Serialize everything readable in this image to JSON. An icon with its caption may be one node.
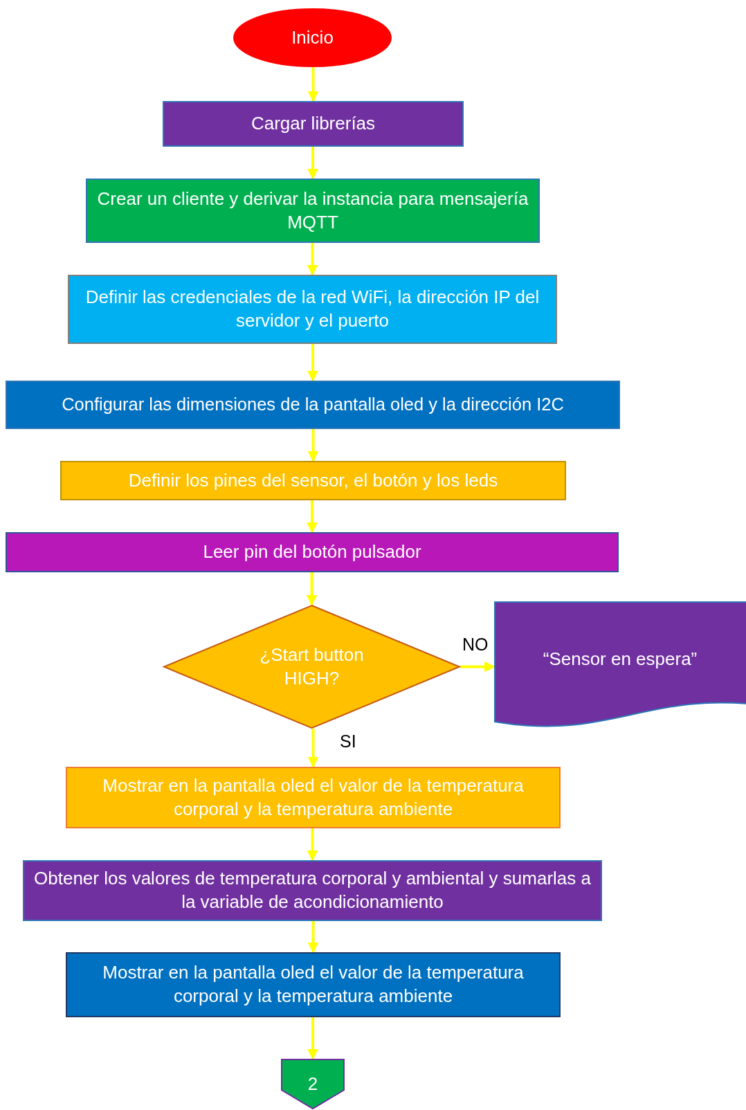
{
  "diagram": {
    "nodes": [
      {
        "text": [
          "Inicio"
        ]
      },
      {
        "text": [
          "Cargar librerías"
        ]
      },
      {
        "text": [
          "Crear un cliente y derivar la instancia para mensajería MQTT"
        ]
      },
      {
        "text": [
          "Definir las credenciales de la red WiFi, la dirección IP del servidor y el puerto"
        ]
      },
      {
        "text": [
          "Configurar las dimensiones de la pantalla oled y la dirección I2C"
        ]
      },
      {
        "text": [
          "Definir los pines del sensor, el botón y los leds"
        ]
      },
      {
        "text": [
          "Leer pin del botón pulsador"
        ]
      },
      {
        "text": [
          "¿Start button HIGH?"
        ]
      },
      {
        "text": [
          "“Sensor en espera”"
        ]
      },
      {
        "text": [
          "Mostrar en la pantalla oled el valor de la temperatura corporal y la temperatura ambiente"
        ]
      },
      {
        "text": [
          "Obtener los valores de temperatura corporal y ambiental y sumarlas a la variable de acondicionamiento"
        ]
      },
      {
        "text": [
          "Mostrar en la pantalla oled el valor de la temperatura corporal y la temperatura ambiente"
        ]
      },
      {
        "text": [
          "2"
        ]
      }
    ],
    "edges": [
      {
        "from": 0,
        "to": 1,
        "arrow": "to"
      },
      {
        "from": 1,
        "to": 2,
        "arrow": "to"
      },
      {
        "from": 2,
        "to": 3,
        "arrow": "to"
      },
      {
        "from": 3,
        "to": 4,
        "arrow": "to"
      },
      {
        "from": 4,
        "to": 5,
        "arrow": "to"
      },
      {
        "from": 5,
        "to": 6,
        "arrow": "to"
      },
      {
        "from": 6,
        "to": 7,
        "arrow": "to"
      },
      {
        "from": 7,
        "to": 8,
        "arrow": "to",
        "label": "NO"
      },
      {
        "from": 7,
        "to": 9,
        "arrow": "to",
        "label": "SI"
      },
      {
        "from": 9,
        "to": 10,
        "arrow": "to"
      },
      {
        "from": 10,
        "to": 11,
        "arrow": "to"
      },
      {
        "from": 11,
        "to": 12,
        "arrow": "to"
      }
    ]
  }
}
